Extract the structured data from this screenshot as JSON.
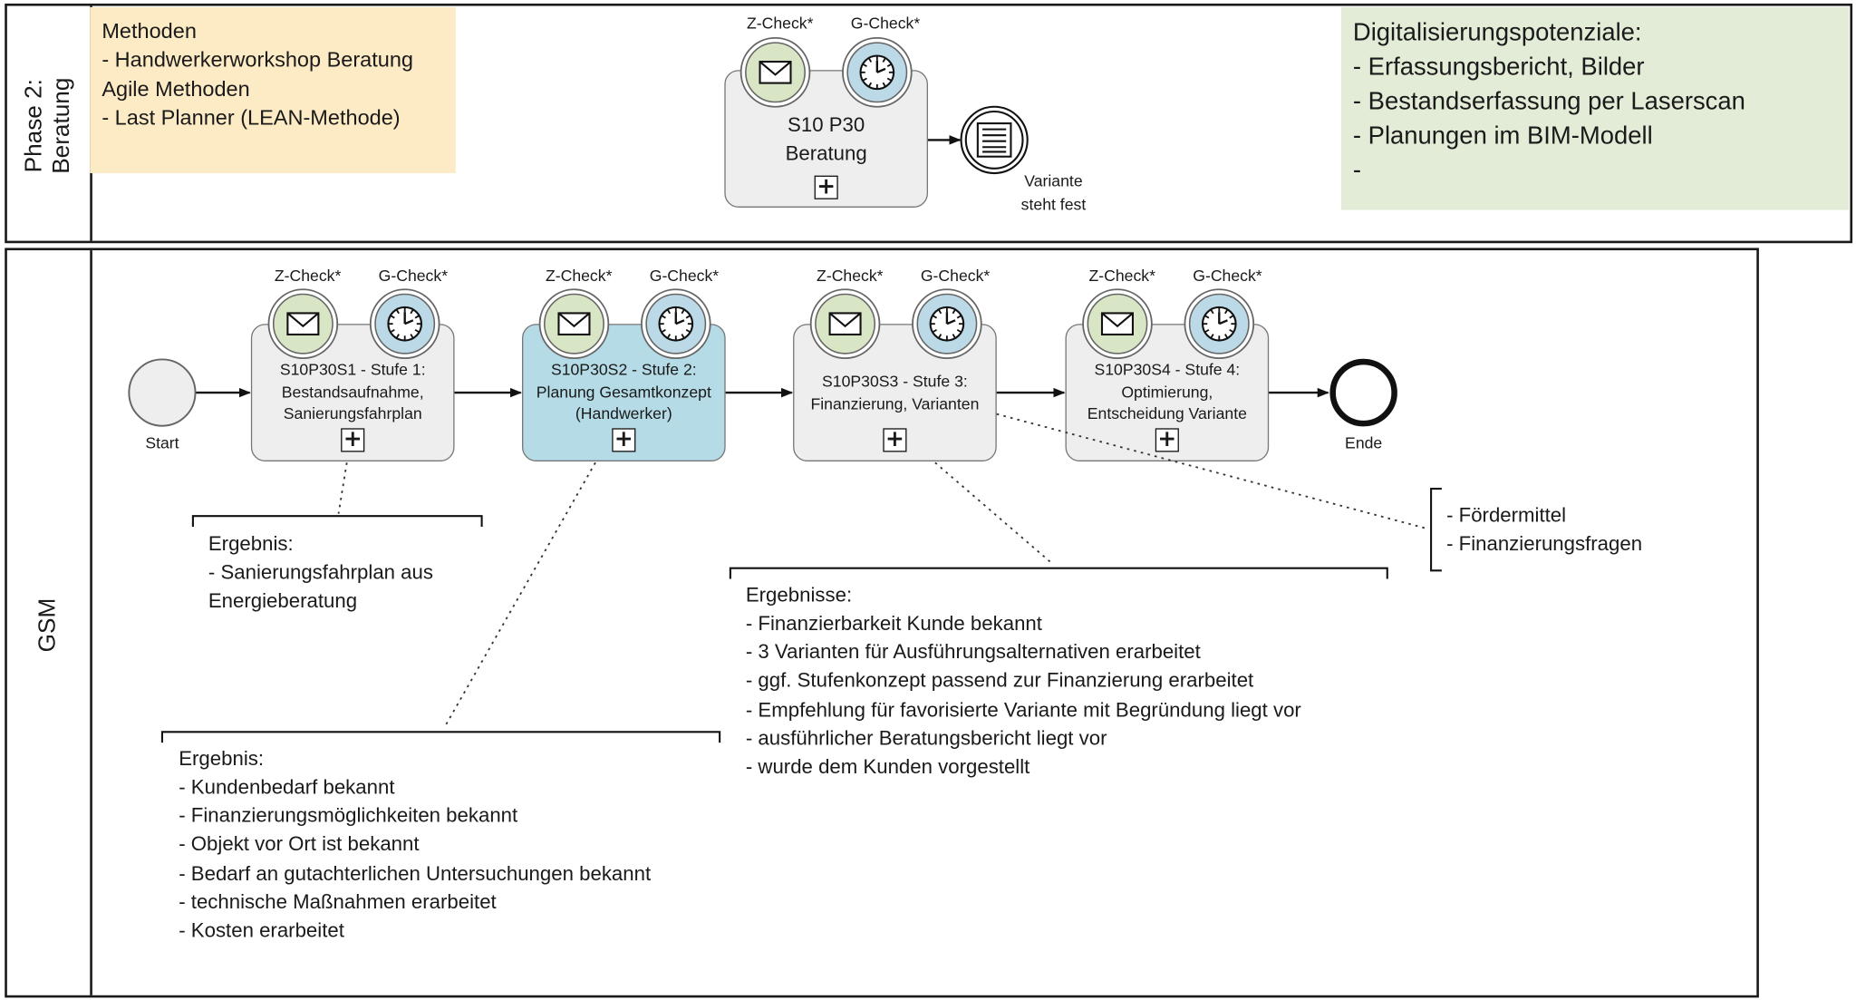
{
  "phase_lane": {
    "label_lines": [
      "Phase 2:",
      "Beratung"
    ]
  },
  "methods_note": {
    "lines": [
      "Methoden",
      "- Handwerkerworkshop Beratung",
      "",
      "Agile Methoden",
      "- Last Planner (LEAN-Methode)"
    ],
    "color": "#fdebc5"
  },
  "digital_note": {
    "lines": [
      "Digitalisierungspotenziale:",
      "- Erfassungsbericht, Bilder",
      "- Bestandserfassung per Laserscan",
      "- Planungen im BIM-Modell",
      "-"
    ],
    "color": "#e3ecd7"
  },
  "phase_task": {
    "lines": [
      "S10 P30",
      "Beratung"
    ],
    "z_check_label": "Z-Check*",
    "g_check_label": "G-Check*"
  },
  "end_event_variant": {
    "lines": [
      "Variante",
      "steht fest"
    ]
  },
  "gsm_lane": {
    "label": "GSM"
  },
  "start_event": {
    "label": "Start"
  },
  "end_event": {
    "label": "Ende"
  },
  "stages": [
    {
      "lines": [
        "S10P30S1 - Stufe 1:",
        "Bestandsaufnahme,",
        "Sanierungsfahrplan"
      ],
      "z_check_label": "Z-Check*",
      "g_check_label": "G-Check*",
      "highlight": false
    },
    {
      "lines": [
        "S10P30S2 - Stufe 2:",
        "Planung Gesamtkonzept",
        "(Handwerker)"
      ],
      "z_check_label": "Z-Check*",
      "g_check_label": "G-Check*",
      "highlight": true
    },
    {
      "lines": [
        "S10P30S3 - Stufe 3:",
        "Finanzierung, Varianten"
      ],
      "z_check_label": "Z-Check*",
      "g_check_label": "G-Check*",
      "highlight": false
    },
    {
      "lines": [
        "S10P30S4 - Stufe 4:",
        "Optimierung,",
        "Entscheidung Variante"
      ],
      "z_check_label": "Z-Check*",
      "g_check_label": "G-Check*",
      "highlight": false
    }
  ],
  "annotations": {
    "stage1": {
      "lines": [
        "Ergebnis:",
        "- Sanierungsfahrplan aus",
        "Energieberatung"
      ]
    },
    "stage2": {
      "lines": [
        "Ergebnis:",
        "- Kundenbedarf bekannt",
        "- Finanzierungsmöglichkeiten bekannt",
        "- Objekt vor Ort ist bekannt",
        "- Bedarf an gutachterlichen Untersuchungen bekannt",
        "- technische Maßnahmen erarbeitet",
        "- Kosten erarbeitet"
      ]
    },
    "stage3": {
      "lines": [
        "Ergebnisse:",
        "- Finanzierbarkeit Kunde bekannt",
        "- 3 Varianten für Ausführungsalternativen erarbeitet",
        "- ggf. Stufenkonzept passend zur Finanzierung erarbeitet",
        "- Empfehlung für favorisierte Variante mit Begründung liegt vor",
        "- ausführlicher Beratungsbericht liegt vor",
        "- wurde dem Kunden vorgestellt"
      ]
    },
    "funding": {
      "lines": [
        "- Fördermittel",
        "- Finanzierungsfragen"
      ]
    }
  },
  "colors": {
    "task_fill": "#eeeeee",
    "task_highlight_fill": "#b4dbe6",
    "message_event_fill": "#d9e6c6",
    "timer_event_fill": "#bcd9e8",
    "start_event_fill": "#eeeeee"
  },
  "icons": {
    "message_event": "envelope-icon",
    "timer_event": "clock-icon",
    "conditional_end_event": "list-lines-icon",
    "subprocess_marker": "plus-square-icon"
  }
}
